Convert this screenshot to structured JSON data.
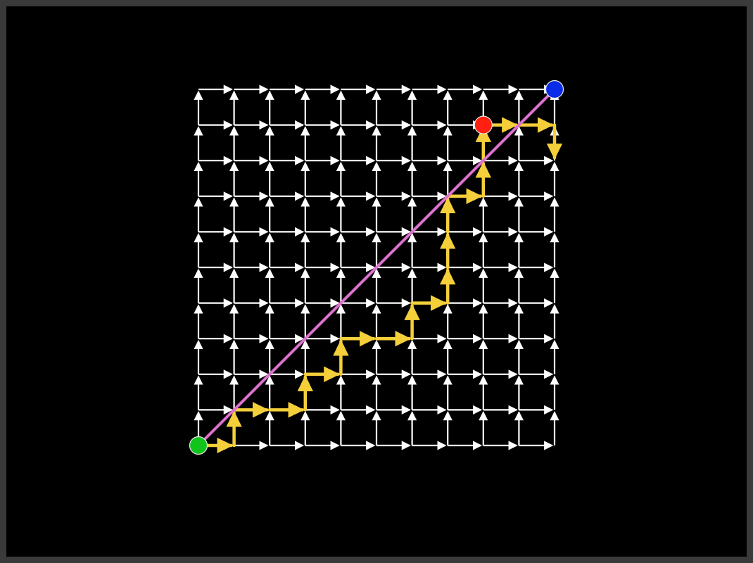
{
  "grid": {
    "columns": 10,
    "rows": 10,
    "edge_color": "#ffffff",
    "edge_direction_horizontal": "right",
    "edge_direction_vertical": "up"
  },
  "path": {
    "color": "#f4cf3a",
    "steps": [
      "R",
      "U",
      "R",
      "R",
      "U",
      "R",
      "U",
      "R",
      "R",
      "U",
      "R",
      "U",
      "U",
      "U",
      "R",
      "U",
      "U",
      "R",
      "R",
      "D"
    ]
  },
  "diagonal": {
    "color": "#e070d0",
    "from": [
      0,
      0
    ],
    "to": [
      10,
      10
    ]
  },
  "nodes": {
    "start": {
      "color": "#11c41a",
      "col": 0,
      "row": 0
    },
    "marker": {
      "color": "#ff2010",
      "col": 8,
      "row": 9
    },
    "end": {
      "color": "#0a2ce8",
      "col": 10,
      "row": 10
    }
  }
}
